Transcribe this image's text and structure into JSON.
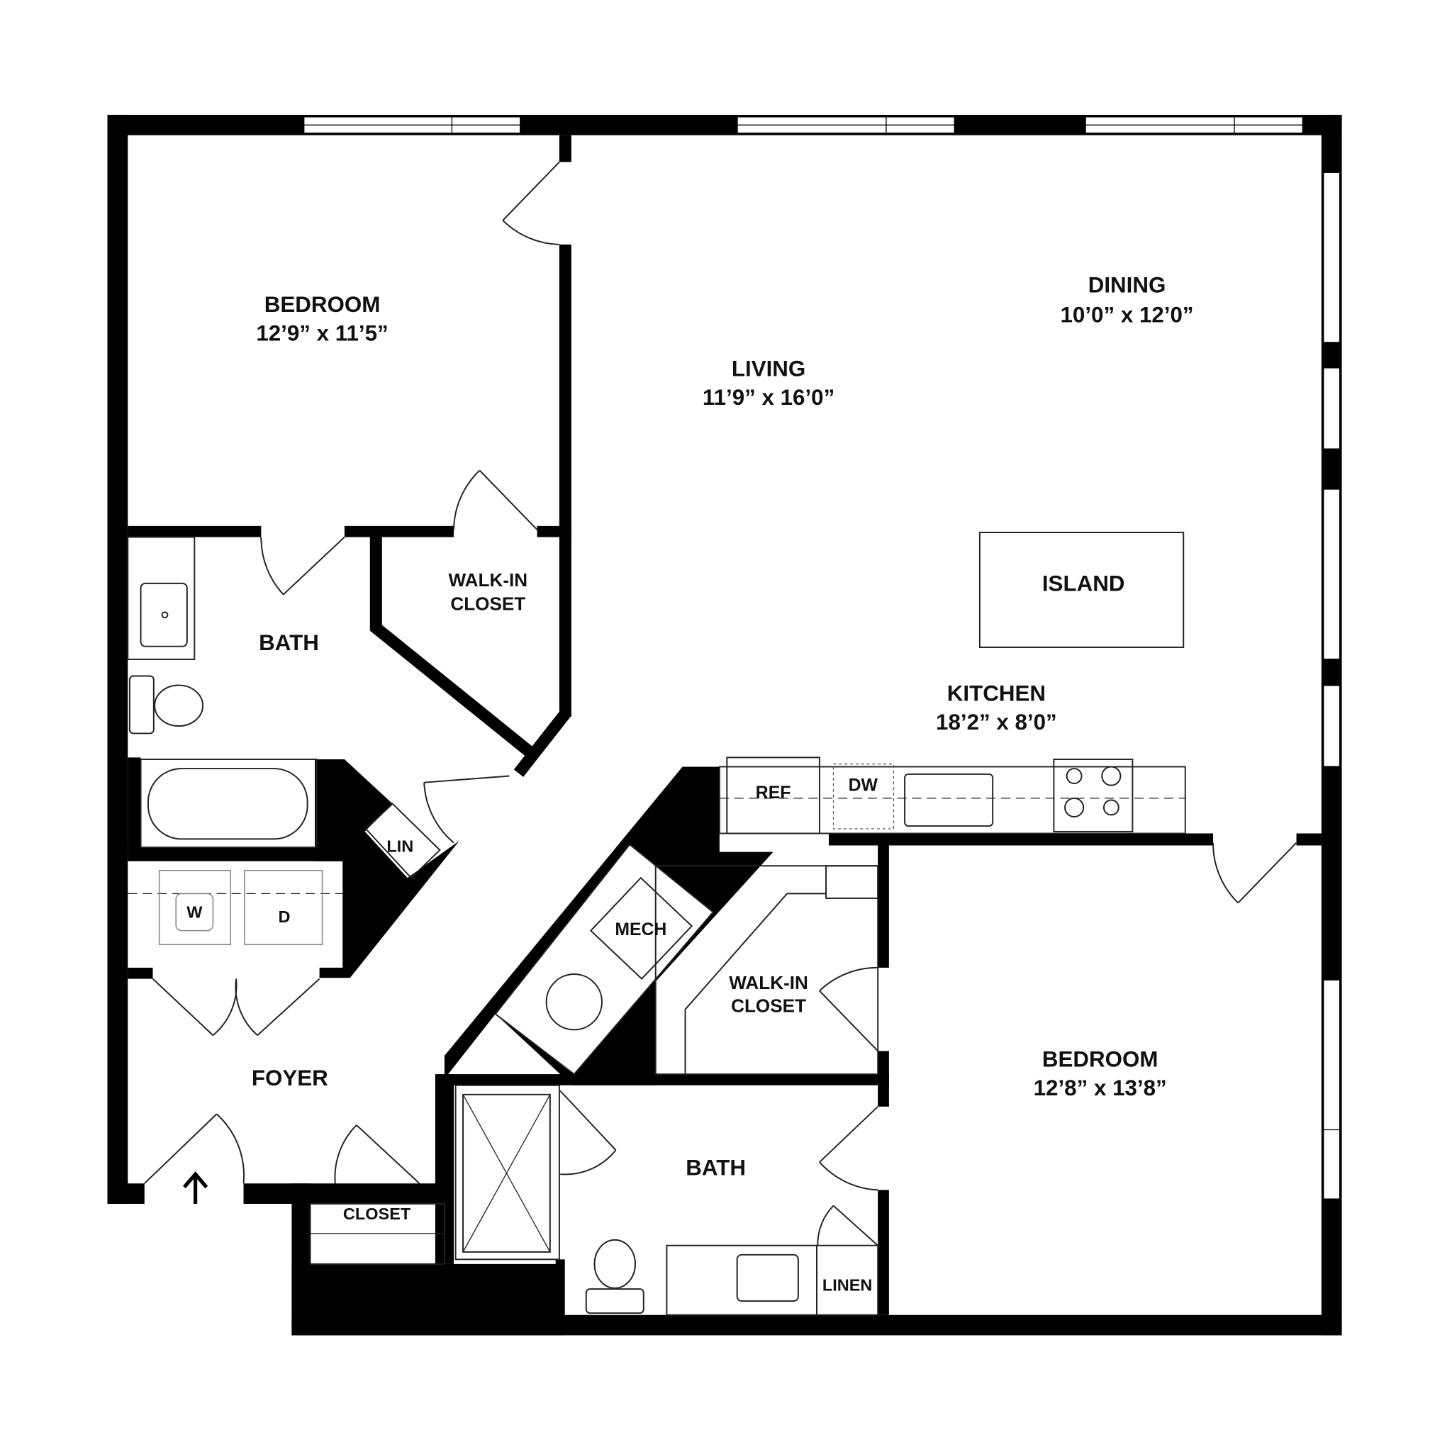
{
  "floorplan": {
    "rooms": [
      {
        "id": "bedroom-1",
        "name": "BEDROOM",
        "dims": "12’9” x 11’5”"
      },
      {
        "id": "living",
        "name": "LIVING",
        "dims": "11’9” x 16’0”"
      },
      {
        "id": "dining",
        "name": "DINING",
        "dims": "10’0” x 12’0”"
      },
      {
        "id": "kitchen",
        "name": "KITCHEN",
        "dims": "18’2” x 8’0”"
      },
      {
        "id": "bedroom-2",
        "name": "BEDROOM",
        "dims": "12’8” x 13’8”"
      }
    ],
    "labels": {
      "walkin_1_a": "WALK-IN",
      "walkin_1_b": "CLOSET",
      "bath_1": "BATH",
      "lin": "LIN",
      "washer": "W",
      "dryer": "D",
      "foyer": "FOYER",
      "closet": "CLOSET",
      "mech": "MECH",
      "island": "ISLAND",
      "ref": "REF",
      "dw": "DW",
      "walkin_2_a": "WALK-IN",
      "walkin_2_b": "CLOSET",
      "bath_2": "BATH",
      "linen": "LINEN"
    },
    "entry_icon": "arrow-up-icon",
    "colors": {
      "wall": "#000000",
      "background": "#ffffff"
    }
  }
}
